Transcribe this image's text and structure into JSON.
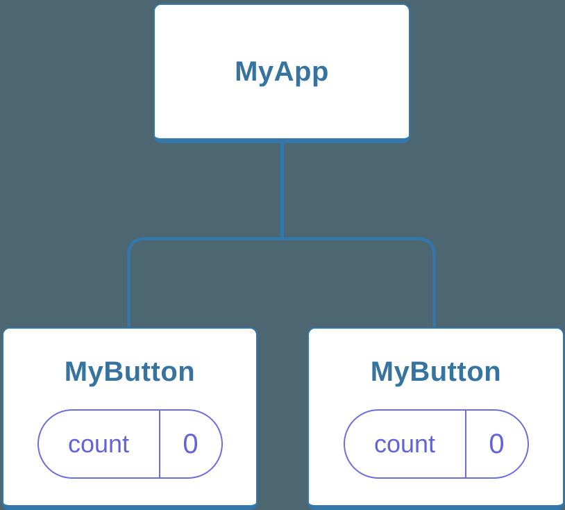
{
  "diagram": {
    "type": "component-tree",
    "root": {
      "label": "MyApp"
    },
    "children": [
      {
        "label": "MyButton",
        "state": {
          "key": "count",
          "value": "0"
        }
      },
      {
        "label": "MyButton",
        "state": {
          "key": "count",
          "value": "0"
        }
      }
    ],
    "colors": {
      "background": "#4d6772",
      "connector_line": "#3478ab",
      "card_border": "#3478ab",
      "card_background": "#ffffff",
      "component_title_text": "#36749f",
      "state_pill_border": "#6d6de0",
      "state_text": "#6363d9"
    }
  }
}
